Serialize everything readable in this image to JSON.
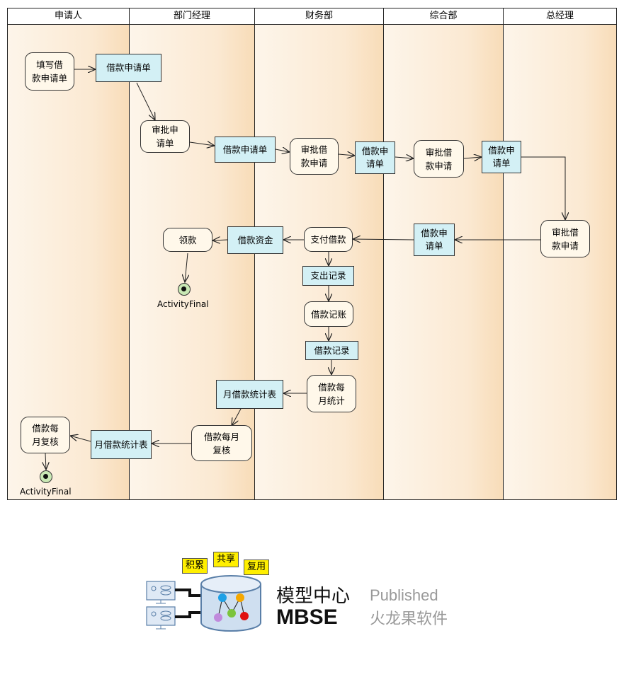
{
  "lanes": [
    "申请人",
    "部门经理",
    "财务部",
    "综合部",
    "总经理"
  ],
  "activities": {
    "fill_form": "填写借\n款申请单",
    "dept_review": "审批申\n请单",
    "finance_review": "审批借\n款申请",
    "general_review": "审批借\n款申请",
    "gm_review": "审批借\n款申请",
    "pay_loan": "支付借款",
    "receive": "领款",
    "record_loan": "借款记账",
    "monthly_stat": "借款每\n月统计",
    "monthly_review_dept": "借款每月\n复核",
    "monthly_review_app": "借款每\n月复核"
  },
  "objects": {
    "form1": "借款申请单",
    "form2": "借款申请单",
    "form3": "借款申\n请单",
    "form4": "借款申\n请单",
    "form5": "借款申\n请单",
    "funds": "借款资金",
    "expense_record": "支出记录",
    "loan_record": "借款记录",
    "stat_table1": "月借款统计表",
    "stat_table2": "月借款统计表"
  },
  "finals": {
    "final1": "ActivityFinal",
    "final2": "ActivityFinal"
  },
  "logo": {
    "bubbles": [
      "积累",
      "共享",
      "复用"
    ],
    "title_cn": "模型中心",
    "title_en": "MBSE",
    "published": "Published",
    "company": "火龙果软件"
  }
}
